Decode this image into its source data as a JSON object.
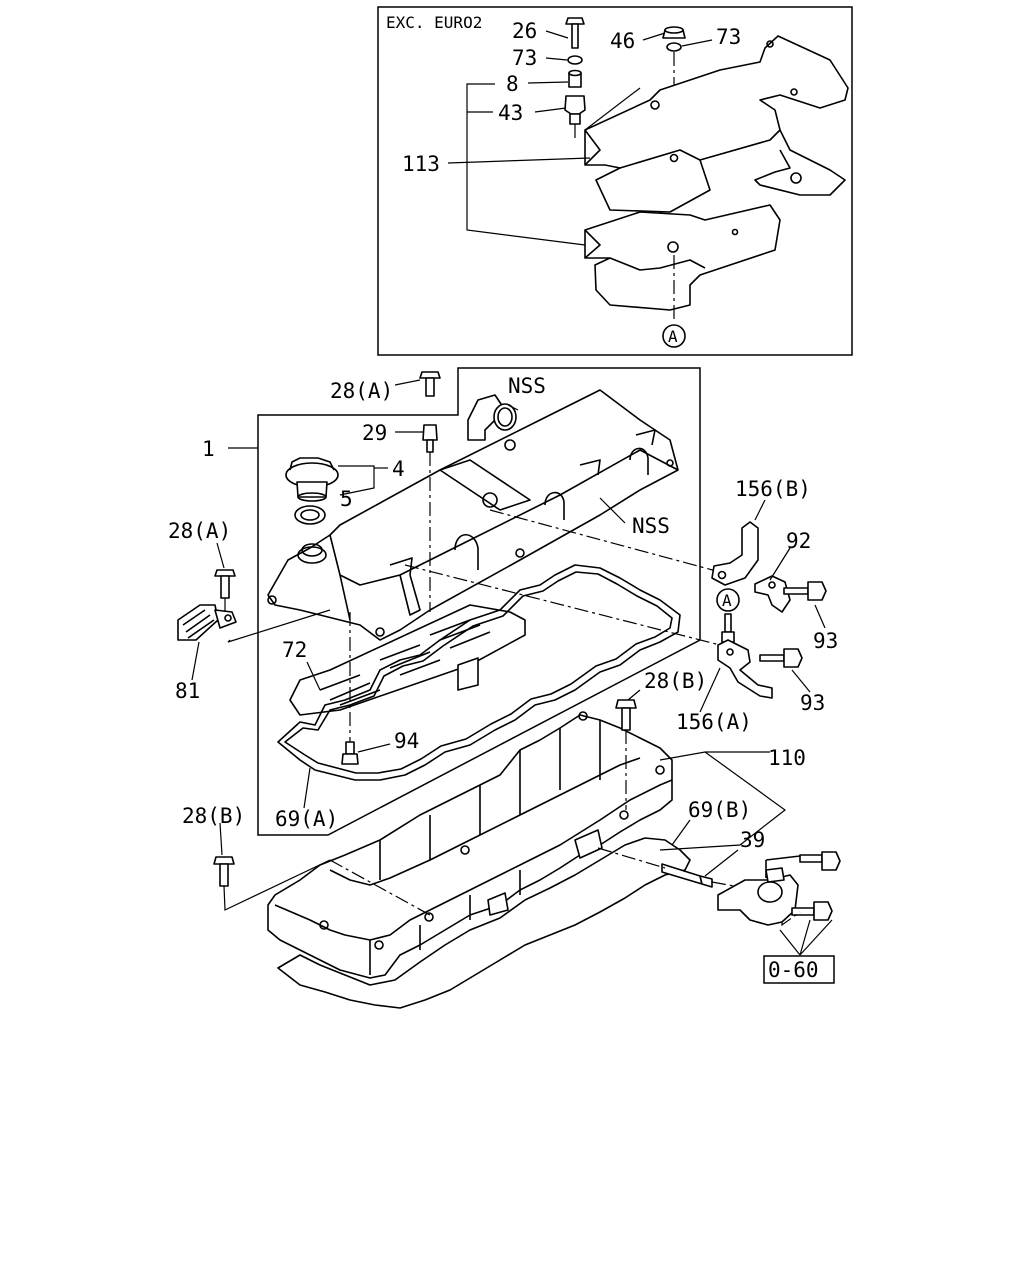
{
  "inset": {
    "title": "EXC. EURO2"
  },
  "callouts": [
    "26",
    "73",
    "8",
    "43",
    "113",
    "46",
    "73",
    "A",
    "28(A)",
    "NSS",
    "29",
    "1",
    "4",
    "5",
    "NSS",
    "28(A)",
    "81",
    "72",
    "94",
    "69(A)",
    "156(B)",
    "92",
    "A",
    "93",
    "93",
    "156(A)",
    "28(B)",
    "110",
    "69(B)",
    "39",
    "28(B)",
    "0-60"
  ]
}
